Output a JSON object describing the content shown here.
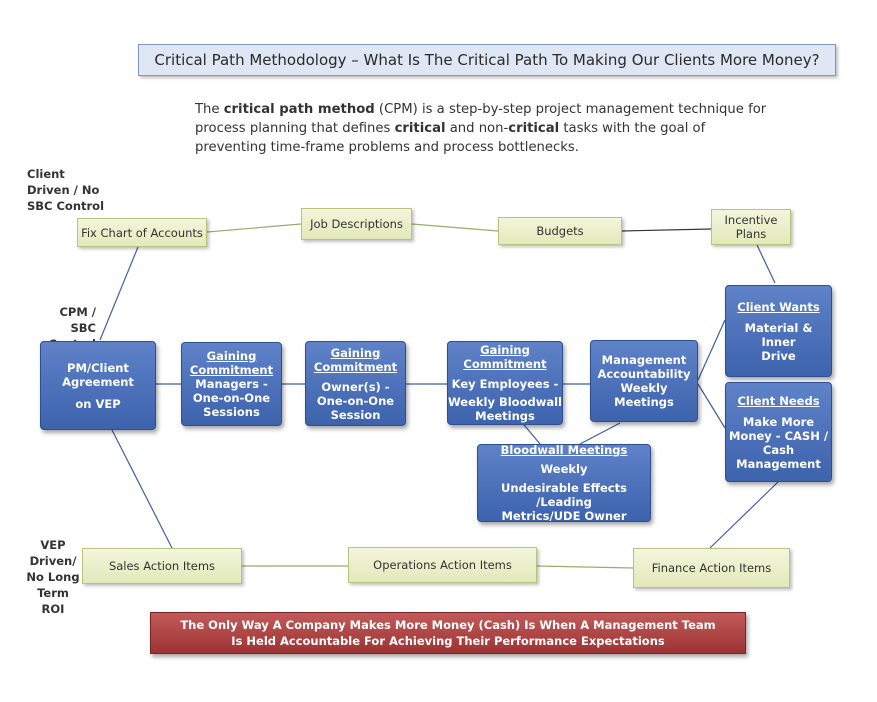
{
  "title": "Critical Path Methodology – What Is The Critical Path To Making Our Clients More Money?",
  "intro": {
    "p1": "The ",
    "b1": "critical path method",
    "p2": " (CPM) is a step-by-step project management technique for process planning that defines ",
    "b2": "critical",
    "p3": " and non-",
    "b3": "critical",
    "p4": " tasks with the goal of preventing time-frame problems and process bottlenecks."
  },
  "side_labels": {
    "client": [
      "Client",
      "Driven / No",
      "SBC Control"
    ],
    "cpm": [
      "CPM /",
      "SBC Control"
    ],
    "vep": [
      "VEP",
      "Driven/",
      "No Long",
      "Term ROI"
    ]
  },
  "green_boxes": {
    "fix_chart": "Fix Chart of Accounts",
    "job_desc": "Job Descriptions",
    "budgets": "Budgets",
    "incentive": [
      "Incentive",
      "Plans"
    ],
    "sales": "Sales Action Items",
    "operations": "Operations Action Items",
    "finance": "Finance Action Items"
  },
  "blue_boxes": {
    "pm_client": [
      "PM/Client",
      "Agreement",
      "on VEP"
    ],
    "managers": {
      "head": [
        "Gaining",
        "Commitment"
      ],
      "body": [
        "Managers -",
        "One-on-One",
        "Sessions"
      ]
    },
    "owners": {
      "head": [
        "Gaining",
        "Commitment"
      ],
      "body": [
        "Owner(s) -",
        "One-on-One",
        "Session"
      ]
    },
    "employees": {
      "head": [
        "Gaining",
        "Commitment"
      ],
      "body": [
        "Key Employees -",
        "Weekly Bloodwall",
        "Meetings"
      ]
    },
    "mgmt": [
      "Management",
      "Accountability",
      "Weekly Meetings"
    ],
    "bloodwall": {
      "head": "Bloodwall Meetings",
      "body": [
        "Weekly",
        "Undesirable Effects /Leading",
        "Metrics/UDE Owner"
      ]
    },
    "client_wants": {
      "head": "Client Wants",
      "body": [
        "Material & Inner",
        "Drive"
      ]
    },
    "client_needs": {
      "head": "Client Needs",
      "body": [
        "Make More",
        "Money - CASH /",
        "Cash",
        "Management"
      ]
    }
  },
  "banner": [
    "The Only Way A Company Makes More Money (Cash) Is When A Management Team",
    "Is Held Accountable For Achieving Their Performance Expectations"
  ],
  "colors": {
    "blue_box": "#4a6fb8",
    "green_box": "#e8edc8",
    "banner": "#b04646",
    "title_box": "#dfe6f4",
    "connector": "#3f5f9f"
  }
}
